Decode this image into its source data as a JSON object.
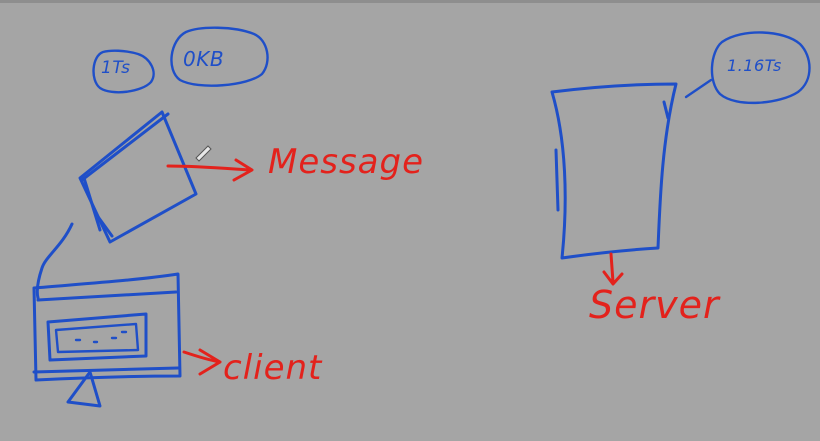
{
  "board": {
    "background_color": "#a5a5a5",
    "ink_blue": "#1f4fc8",
    "ink_red": "#e3221c"
  },
  "annotations": {
    "client_time": "1Ts",
    "client_size": "0KB",
    "server_time": "1.16Ts",
    "message": "Message",
    "client": "client",
    "server": "Server"
  }
}
